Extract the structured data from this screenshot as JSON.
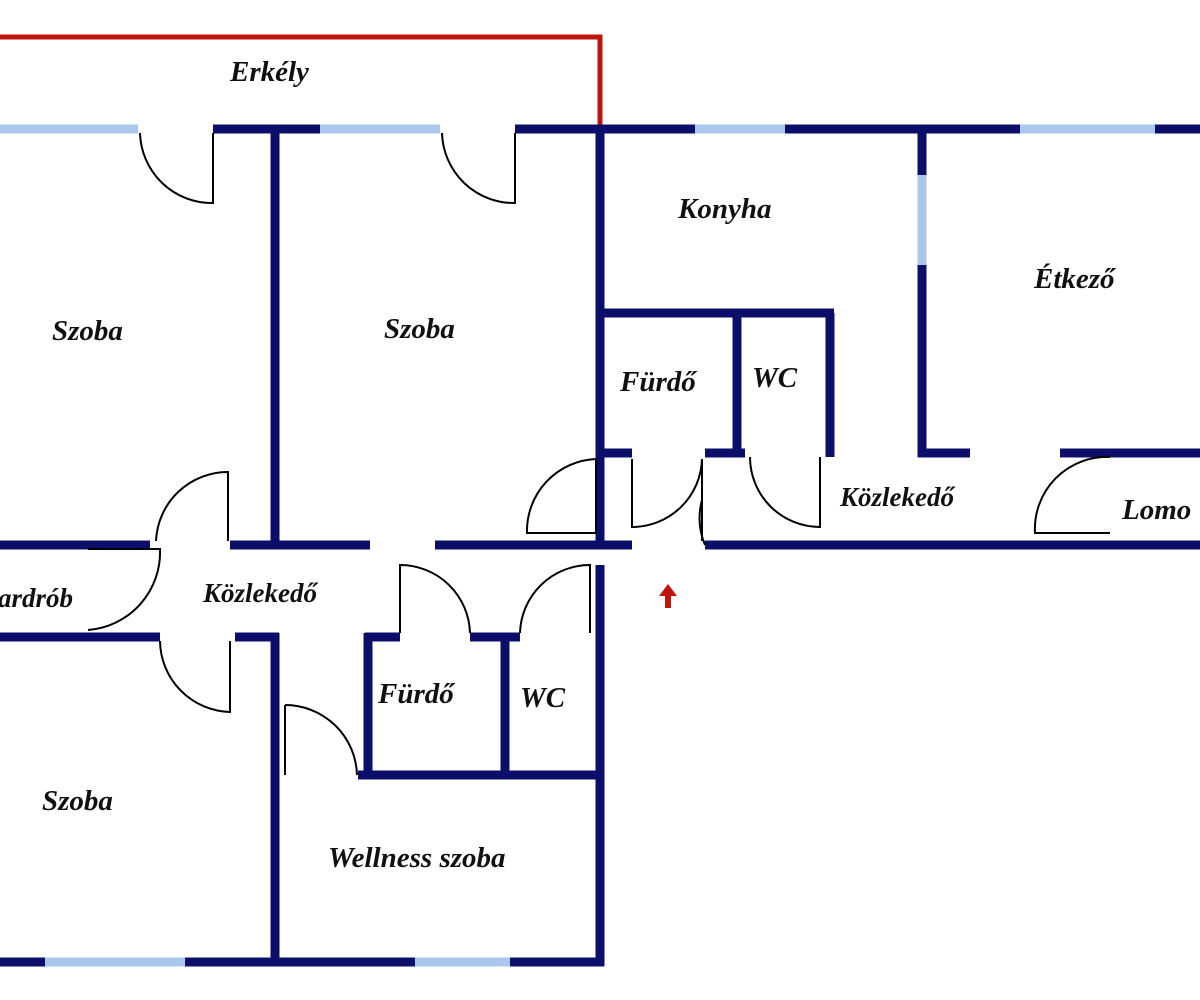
{
  "rooms": {
    "balcony": "Erkély",
    "room_top_left": "Szoba",
    "room_top_mid": "Szoba",
    "kitchen": "Konyha",
    "dining": "Étkező",
    "bath_upper": "Fürdő",
    "wc_upper": "WC",
    "hall_right": "Közlekedő",
    "storage": "Lomo",
    "wardrobe": "ardrób",
    "hall_left": "Közlekedő",
    "bath_lower": "Fürdő",
    "wc_lower": "WC",
    "room_bottom_left": "Szoba",
    "wellness": "Wellness szoba"
  },
  "colors": {
    "wall": "#0c0f6a",
    "window": "#a9c8ec",
    "balcony_edge": "#c0140e",
    "entrance_arrow": "#c0140e"
  }
}
